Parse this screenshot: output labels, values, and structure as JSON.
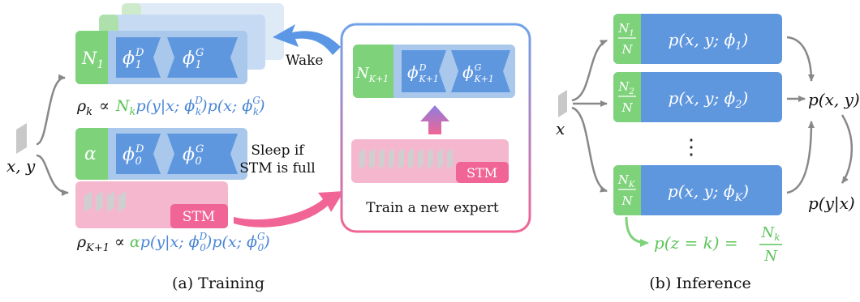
{
  "colors": {
    "green": "#7ed27a",
    "green_text": "#5cc45a",
    "blue_box": "#a9c8ec",
    "blue_dark": "#5f97df",
    "blue_text": "#4a86d6",
    "pink": "#f5b7cd",
    "pink_dark": "#f06595",
    "grey": "#c8c8c8"
  },
  "training": {
    "caption": "(a) Training",
    "input_label": "x, y",
    "expert1": {
      "n_label": "N",
      "n_sub": "1",
      "phi_d": "ϕ",
      "phi_d_sup": "D",
      "phi_d_sub": "1",
      "phi_g": "ϕ",
      "phi_g_sup": "G",
      "phi_g_sub": "1"
    },
    "rho_k": {
      "lhs": "ρ",
      "lhs_sub": "k",
      "prop": "∝",
      "green_part": "N",
      "green_sub": "k",
      "blue_part": "p(y|x; ϕ",
      "blue_sup": "D",
      "blue_sub": "k",
      "blue_part2": ")p(x; ϕ",
      "blue_sup2": "G",
      "blue_sub2": "k",
      "blue_end": ")"
    },
    "expert0": {
      "alpha": "α",
      "phi_d": "ϕ",
      "phi_d_sup": "D",
      "phi_d_sub": "0",
      "phi_g": "ϕ",
      "phi_g_sup": "G",
      "phi_g_sub": "0"
    },
    "stm_label": "STM",
    "rho_k1": {
      "lhs": "ρ",
      "lhs_sub": "K+1",
      "prop": "∝",
      "green_part": "α",
      "blue_part": "p(y|x; ϕ",
      "blue_sup": "D",
      "blue_sub": "0",
      "blue_part2": ")p(x; ϕ",
      "blue_sup2": "G",
      "blue_sub2": "0",
      "blue_end": ")"
    },
    "wake_label": "Wake",
    "sleep_line1": "Sleep if",
    "sleep_line2": "STM is full",
    "new_expert": {
      "n_label": "N",
      "n_sub": "K+1",
      "phi_d": "ϕ",
      "phi_d_sup": "D",
      "phi_d_sub": "K+1",
      "phi_g": "ϕ",
      "phi_g_sup": "G",
      "phi_g_sub": "K+1"
    },
    "stm_label2": "STM",
    "train_label": "Train a new expert"
  },
  "inference": {
    "caption": "(b) Inference",
    "input_label": "x",
    "experts": [
      {
        "num": "N",
        "num_sub": "1",
        "den": "N",
        "formula": "p(x, y; ϕ",
        "phi_sub": "1",
        "end": ")"
      },
      {
        "num": "N",
        "num_sub": "2",
        "den": "N",
        "formula": "p(x, y; ϕ",
        "phi_sub": "2",
        "end": ")"
      },
      {
        "num": "N",
        "num_sub": "K",
        "den": "N",
        "formula": "p(x, y; ϕ",
        "phi_sub": "K",
        "end": ")"
      }
    ],
    "ellipsis": "⋮",
    "joint": "p(x, y)",
    "conditional": "p(y|x)",
    "gate": {
      "lhs": "p(z = k) =",
      "num": "N",
      "num_sub": "k",
      "den": "N"
    }
  }
}
